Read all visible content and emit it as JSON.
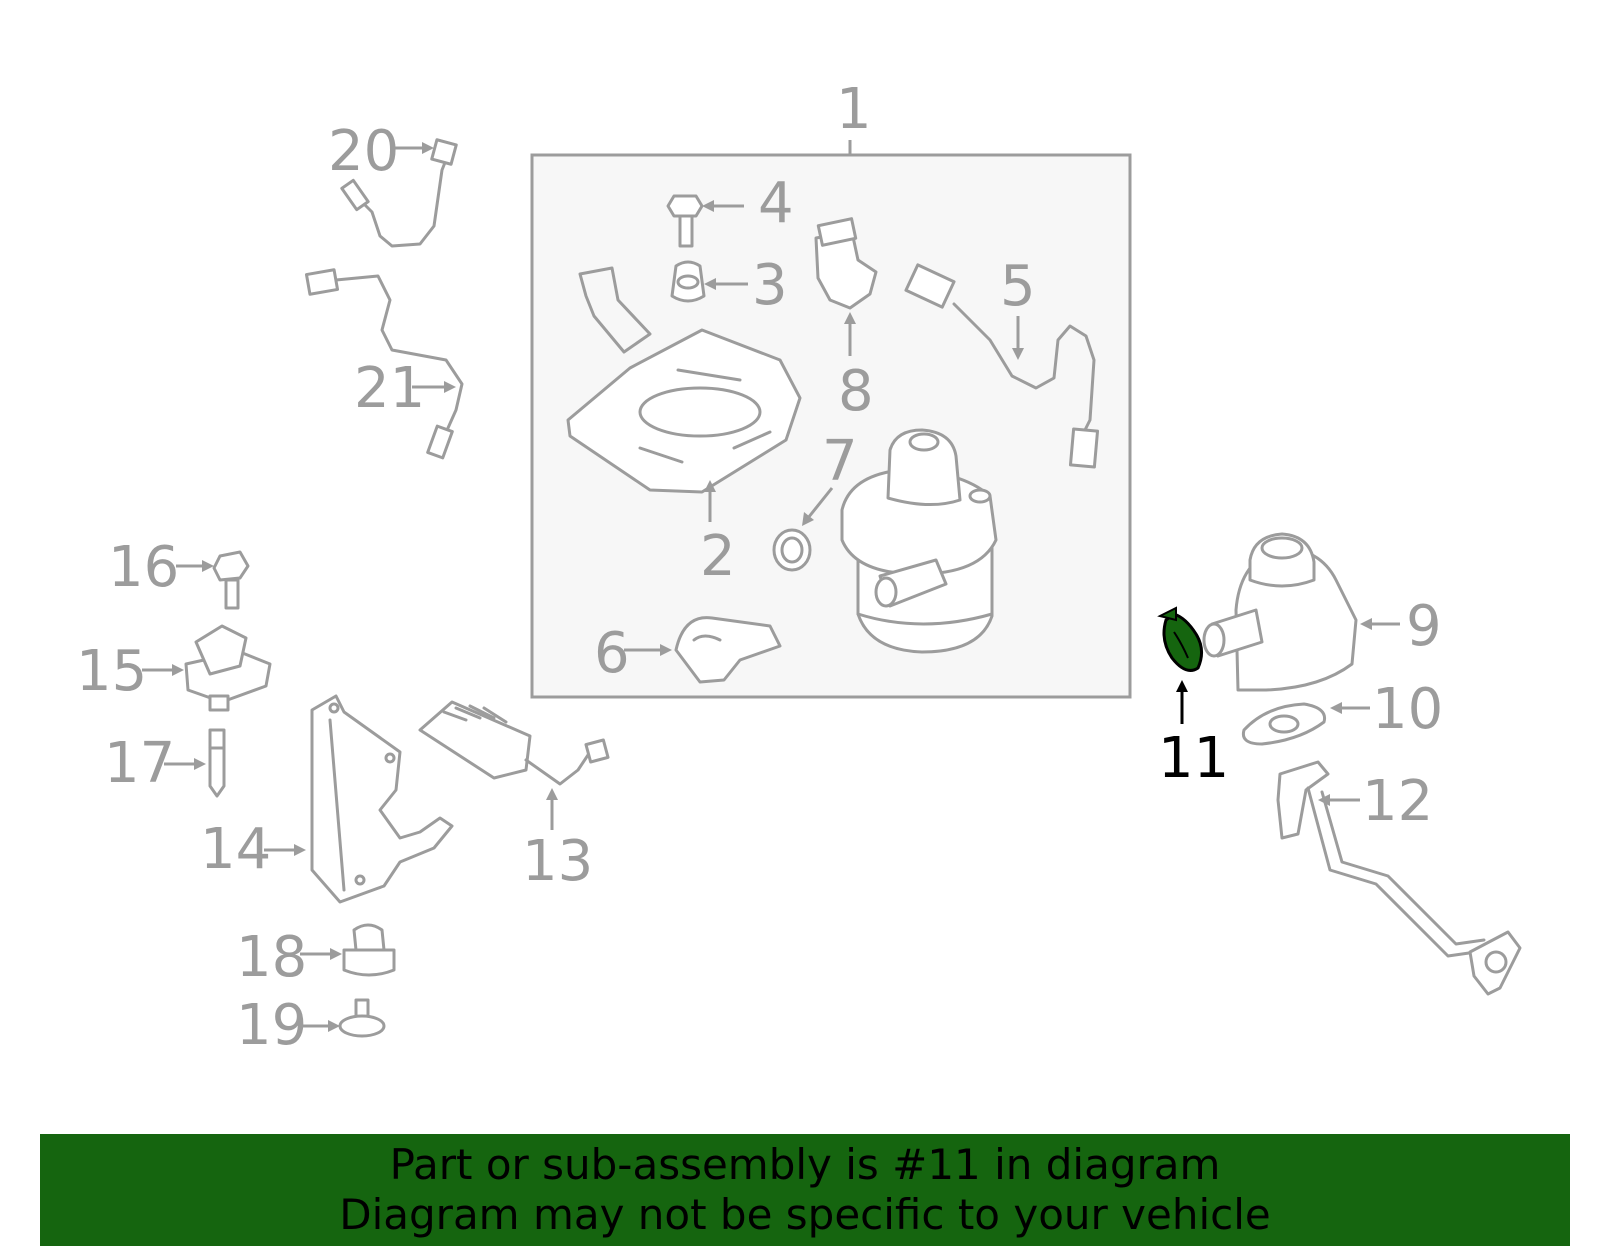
{
  "diagram": {
    "callouts": {
      "c1": "1",
      "c2": "2",
      "c3": "3",
      "c4": "4",
      "c5": "5",
      "c6": "6",
      "c7": "7",
      "c8": "8",
      "c9": "9",
      "c10": "10",
      "c11": "11",
      "c12": "12",
      "c13": "13",
      "c14": "14",
      "c15": "15",
      "c16": "16",
      "c17": "17",
      "c18": "18",
      "c19": "19",
      "c20": "20",
      "c21": "21"
    },
    "highlighted_part": "11",
    "highlight_color": "#15650f",
    "line_color": "#9c9c9c",
    "assembly_box_fill": "#f7f7f7"
  },
  "banner": {
    "line1": "Part or sub-assembly is #11 in diagram",
    "line2": "Diagram may not be specific to your vehicle",
    "background": "#15650f"
  }
}
